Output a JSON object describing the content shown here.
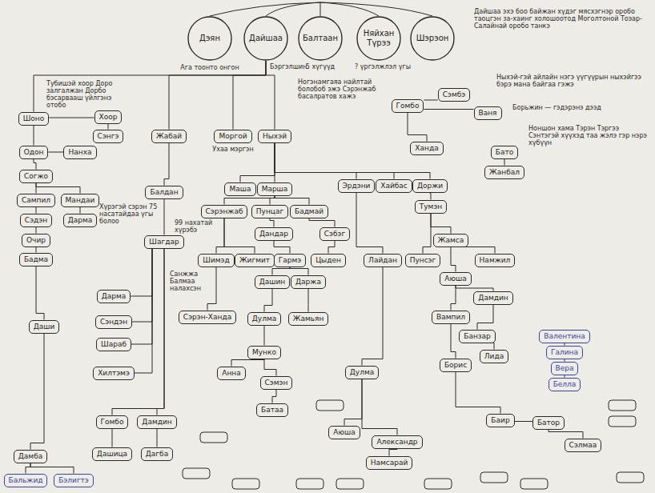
{
  "diagram": {
    "nodes": [
      {
        "text": [
          "Дэян"
        ]
      },
      {
        "text": [
          "Дайшаа"
        ]
      },
      {
        "text": [
          "Балтаан"
        ]
      },
      {
        "text": [
          "Няйхан Түрээ"
        ]
      },
      {
        "text": [
          "Шэрэон"
        ]
      },
      {
        "text": [
          "Шоно"
        ]
      },
      {
        "text": [
          "Хоор"
        ]
      },
      {
        "text": [
          "Сэнгэ"
        ]
      },
      {
        "text": [
          "Одон"
        ]
      },
      {
        "text": [
          "Нанха"
        ]
      },
      {
        "text": [
          "Согжо"
        ]
      },
      {
        "text": [
          "Сампил"
        ]
      },
      {
        "text": [
          "Мандаи"
        ]
      },
      {
        "text": [
          "Сэдэн"
        ]
      },
      {
        "text": [
          "Дарма"
        ]
      },
      {
        "text": [
          "Очир"
        ]
      },
      {
        "text": [
          "Бадма"
        ]
      },
      {
        "text": [
          "Даши"
        ]
      },
      {
        "text": [
          "Дамба"
        ]
      },
      {
        "text": [
          "Бальжид"
        ]
      },
      {
        "text": [
          "Бэлигтэ"
        ]
      },
      {
        "text": [
          "Жабай"
        ]
      },
      {
        "text": [
          "Моргой"
        ]
      },
      {
        "text": [
          "Ныхэй"
        ]
      },
      {
        "text": [
          "Балдан"
        ]
      },
      {
        "text": [
          "Шагдар"
        ]
      },
      {
        "text": [
          "Дарма"
        ]
      },
      {
        "text": [
          "Сэндэн"
        ]
      },
      {
        "text": [
          "Шараб"
        ]
      },
      {
        "text": [
          "Хилтэмэ"
        ]
      },
      {
        "text": [
          "Гомбо"
        ]
      },
      {
        "text": [
          "Дамдин"
        ]
      },
      {
        "text": [
          "Дашица"
        ]
      },
      {
        "text": [
          "Дагба"
        ]
      },
      {
        "text": [
          "Маша"
        ]
      },
      {
        "text": [
          "Марша"
        ]
      },
      {
        "text": [
          "Сэрэнжаб"
        ]
      },
      {
        "text": [
          "Пунцаг"
        ]
      },
      {
        "text": [
          "Бадмай"
        ]
      },
      {
        "text": [
          "Дандар"
        ]
      },
      {
        "text": [
          "Сэбэг"
        ]
      },
      {
        "text": [
          "Шимэд"
        ]
      },
      {
        "text": [
          "Жигмит"
        ]
      },
      {
        "text": [
          "Гармэ"
        ]
      },
      {
        "text": [
          "Цыден"
        ]
      },
      {
        "text": [
          "Дашин"
        ]
      },
      {
        "text": [
          "Даржа"
        ]
      },
      {
        "text": [
          "Сэрэн-Ханда"
        ]
      },
      {
        "text": [
          "Дулма"
        ]
      },
      {
        "text": [
          "Жамьян"
        ]
      },
      {
        "text": [
          "Мунко"
        ]
      },
      {
        "text": [
          "Анна"
        ]
      },
      {
        "text": [
          "Сэмэн"
        ]
      },
      {
        "text": [
          "Батаа"
        ]
      },
      {
        "text": [
          "Гомбо"
        ]
      },
      {
        "text": [
          "Сэмбэ"
        ]
      },
      {
        "text": [
          "Ваня"
        ]
      },
      {
        "text": [
          "Ханда"
        ]
      },
      {
        "text": [
          "Эрдэни"
        ]
      },
      {
        "text": [
          "Хайбас"
        ]
      },
      {
        "text": [
          "Доржи"
        ]
      },
      {
        "text": [
          "Тумэн"
        ]
      },
      {
        "text": [
          "Бато"
        ]
      },
      {
        "text": [
          "Жанбал"
        ]
      },
      {
        "text": [
          "Лайдан"
        ]
      },
      {
        "text": [
          "Пунсэг"
        ]
      },
      {
        "text": [
          "Жамса"
        ]
      },
      {
        "text": [
          "Намжил"
        ]
      },
      {
        "text": [
          "Аюша"
        ]
      },
      {
        "text": [
          "Вампил"
        ]
      },
      {
        "text": [
          "Дамдин"
        ]
      },
      {
        "text": [
          "Банзар"
        ]
      },
      {
        "text": [
          "Лида"
        ]
      },
      {
        "text": [
          "Борис"
        ]
      },
      {
        "text": [
          "Баир"
        ]
      },
      {
        "text": [
          "Батор"
        ]
      },
      {
        "text": [
          "Сэлмаа"
        ]
      },
      {
        "text": [
          "Дулма"
        ]
      },
      {
        "text": [
          "Аюша"
        ]
      },
      {
        "text": [
          "Александр"
        ]
      },
      {
        "text": [
          "Намсарай"
        ]
      },
      {
        "text": [
          "Валентина"
        ]
      },
      {
        "text": [
          "Галина"
        ]
      },
      {
        "text": [
          "Вера"
        ]
      },
      {
        "text": [
          "Белла"
        ]
      }
    ],
    "edges": [
      {
        "from": 1,
        "to": 5,
        "arrow": "none"
      },
      {
        "from": 1,
        "to": 21,
        "arrow": "none"
      },
      {
        "from": 1,
        "to": 22,
        "arrow": "none"
      },
      {
        "from": 1,
        "to": 23,
        "arrow": "none"
      },
      {
        "from": 5,
        "to": 6,
        "arrow": "none"
      },
      {
        "from": 6,
        "to": 7,
        "arrow": "none"
      },
      {
        "from": 5,
        "to": 8,
        "arrow": "none"
      },
      {
        "from": 8,
        "to": 9,
        "arrow": "none"
      },
      {
        "from": 8,
        "to": 10,
        "arrow": "none"
      },
      {
        "from": 10,
        "to": 11,
        "arrow": "none"
      },
      {
        "from": 10,
        "to": 12,
        "arrow": "none"
      },
      {
        "from": 11,
        "to": 13,
        "arrow": "none"
      },
      {
        "from": 12,
        "to": 14,
        "arrow": "none"
      },
      {
        "from": 13,
        "to": 15,
        "arrow": "none"
      },
      {
        "from": 15,
        "to": 16,
        "arrow": "none"
      },
      {
        "from": 16,
        "to": 17,
        "arrow": "none"
      },
      {
        "from": 17,
        "to": 18,
        "arrow": "none"
      },
      {
        "from": 18,
        "to": 19,
        "arrow": "none"
      },
      {
        "from": 18,
        "to": 20,
        "arrow": "none"
      },
      {
        "from": 21,
        "to": 24,
        "arrow": "none"
      },
      {
        "from": 24,
        "to": 25,
        "arrow": "none"
      },
      {
        "from": 25,
        "to": 26,
        "arrow": "none"
      },
      {
        "from": 25,
        "to": 27,
        "arrow": "none"
      },
      {
        "from": 25,
        "to": 28,
        "arrow": "none"
      },
      {
        "from": 25,
        "to": 29,
        "arrow": "none"
      },
      {
        "from": 25,
        "to": 30,
        "arrow": "none"
      },
      {
        "from": 25,
        "to": 31,
        "arrow": "none"
      },
      {
        "from": 30,
        "to": 32,
        "arrow": "none"
      },
      {
        "from": 31,
        "to": 33,
        "arrow": "none"
      },
      {
        "from": 23,
        "to": 34,
        "arrow": "none"
      },
      {
        "from": 23,
        "to": 35,
        "arrow": "none"
      },
      {
        "from": 35,
        "to": 36,
        "arrow": "none"
      },
      {
        "from": 35,
        "to": 37,
        "arrow": "none"
      },
      {
        "from": 35,
        "to": 38,
        "arrow": "none"
      },
      {
        "from": 37,
        "to": 39,
        "arrow": "none"
      },
      {
        "from": 38,
        "to": 40,
        "arrow": "none"
      },
      {
        "from": 36,
        "to": 41,
        "arrow": "none"
      },
      {
        "from": 36,
        "to": 42,
        "arrow": "none"
      },
      {
        "from": 39,
        "to": 43,
        "arrow": "none"
      },
      {
        "from": 40,
        "to": 44,
        "arrow": "none"
      },
      {
        "from": 43,
        "to": 45,
        "arrow": "none"
      },
      {
        "from": 43,
        "to": 46,
        "arrow": "none"
      },
      {
        "from": 41,
        "to": 47,
        "arrow": "none"
      },
      {
        "from": 45,
        "to": 48,
        "arrow": "none"
      },
      {
        "from": 46,
        "to": 49,
        "arrow": "none"
      },
      {
        "from": 48,
        "to": 50,
        "arrow": "none"
      },
      {
        "from": 50,
        "to": 51,
        "arrow": "none"
      },
      {
        "from": 50,
        "to": 52,
        "arrow": "none"
      },
      {
        "from": 52,
        "to": 53,
        "arrow": "none"
      },
      {
        "from": 23,
        "to": 58,
        "arrow": "none"
      },
      {
        "from": 23,
        "to": 59,
        "arrow": "none"
      },
      {
        "from": 23,
        "to": 60,
        "arrow": "none"
      },
      {
        "from": 54,
        "to": 55,
        "arrow": "none"
      },
      {
        "from": 54,
        "to": 56,
        "arrow": "none"
      },
      {
        "from": 54,
        "to": 57,
        "arrow": "none"
      },
      {
        "from": 60,
        "to": 61,
        "arrow": "none"
      },
      {
        "from": 62,
        "to": 63,
        "arrow": "none"
      },
      {
        "from": 61,
        "to": 65,
        "arrow": "none"
      },
      {
        "from": 61,
        "to": 66,
        "arrow": "none"
      },
      {
        "from": 58,
        "to": 64,
        "arrow": "none"
      },
      {
        "from": 66,
        "to": 67,
        "arrow": "none"
      },
      {
        "from": 66,
        "to": 68,
        "arrow": "none"
      },
      {
        "from": 68,
        "to": 69,
        "arrow": "none"
      },
      {
        "from": 68,
        "to": 70,
        "arrow": "none"
      },
      {
        "from": 70,
        "to": 71,
        "arrow": "none"
      },
      {
        "from": 71,
        "to": 72,
        "arrow": "none"
      },
      {
        "from": 69,
        "to": 73,
        "arrow": "none"
      },
      {
        "from": 73,
        "to": 74,
        "arrow": "none"
      },
      {
        "from": 74,
        "to": 75,
        "arrow": "none"
      },
      {
        "from": 75,
        "to": 76,
        "arrow": "none"
      },
      {
        "from": 64,
        "to": 77,
        "arrow": "none"
      },
      {
        "from": 77,
        "to": 78,
        "arrow": "none"
      },
      {
        "from": 77,
        "to": 79,
        "arrow": "none"
      },
      {
        "from": 79,
        "to": 80,
        "arrow": "none"
      },
      {
        "from": 81,
        "to": 82,
        "arrow": "none"
      },
      {
        "from": 82,
        "to": 83,
        "arrow": "none"
      },
      {
        "from": 83,
        "to": 84,
        "arrow": "none"
      }
    ],
    "labels": [
      "Ага тоонто онгон",
      "Бэргэлшин",
      "5 хүгүүд",
      "? үргэлжлэл үгы",
      "Ухаа мэргэн",
      "Дайшаа эхэ боо байжан хүдэг мясхэгнэр оробо таоцгэн за-хаинг холошоотод Моголтоной Тоэар-Салайнай оробо танкэ",
      "Ныхэй-гэй айлайн нэгэ үүгүүрын ныхэйгээ бэрэ мана байгаа гэжэ",
      "Борьжин — гэдэрэнэ дээд",
      "Тубишэй хоор Доро залгалжан Дорбо бэсарвааш үйлгэнэ отобо",
      "Ногэнамгаяа найлтай болобоб эжэ Сэрэнжаб басалратов хажэ",
      "Санжжа Балмаа налахсэн",
      "99 нахатай хүрэбэ",
      "Хүрэгэй сэрэн 75 насатайдаа үгы болоо",
      "Ноншон хама Тэрэн Тэргээ Сэнтэгэй хүүхэд таа жэлэ гэр нэрэ хүбүүн"
    ]
  }
}
